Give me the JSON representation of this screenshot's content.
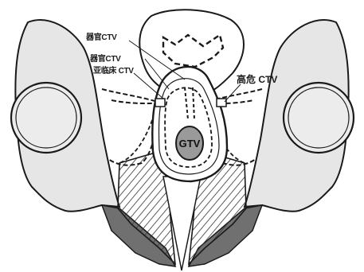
{
  "labels": {
    "label_top": "器官CTV",
    "label_mid": "器官CTV",
    "label_low": "亚临床 CTV",
    "label_right": "高危 CTV",
    "label_gtv": "GTV"
  },
  "colors": {
    "outline": "#1a1a1a",
    "bone_fill": "#e6e6e6",
    "muscle_fill": "#707070",
    "gtv_fill": "#9a9a9a",
    "hatch": "#333333"
  }
}
